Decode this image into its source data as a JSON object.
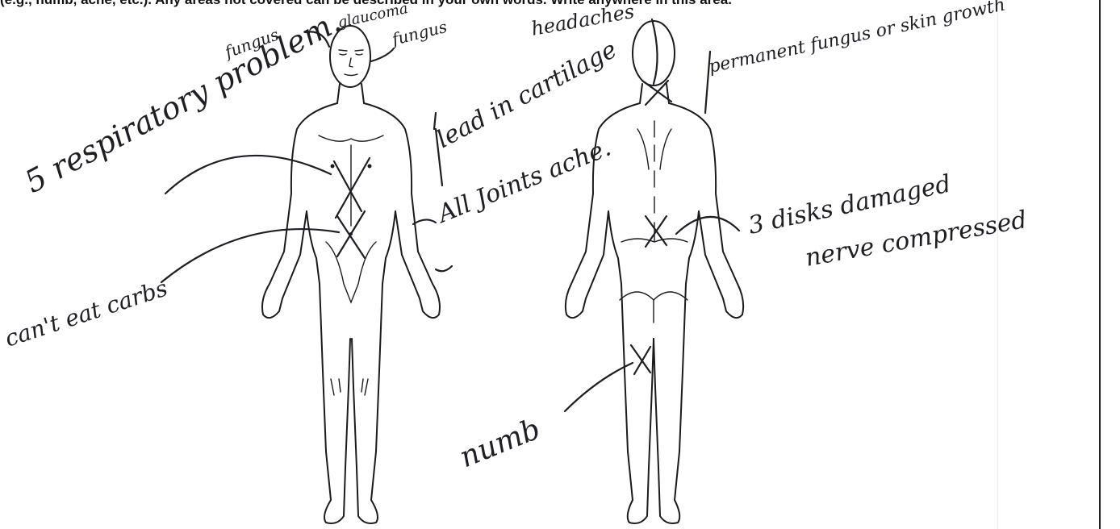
{
  "header": {
    "instruction": "(e.g., numb, ache, etc.). Any areas not covered can be described in your own words. Write anywhere in this area."
  },
  "annotations": {
    "respiratory": "5 respiratory problem.",
    "fungus_left": "fungus",
    "glaucoma": "glaucoma",
    "fungus_right_of_head": "fungus",
    "headaches": "headaches",
    "lead_in_cartilage": "lead in cartilage",
    "all_joints_ache": "All Joints ache.",
    "permanent_fungus": "permanent fungus or skin growth",
    "cant_eat_carbs": "can't eat carbs",
    "discs_damaged": "3 disks damaged",
    "nerve_compressed": "nerve compressed",
    "numb": "numb"
  }
}
